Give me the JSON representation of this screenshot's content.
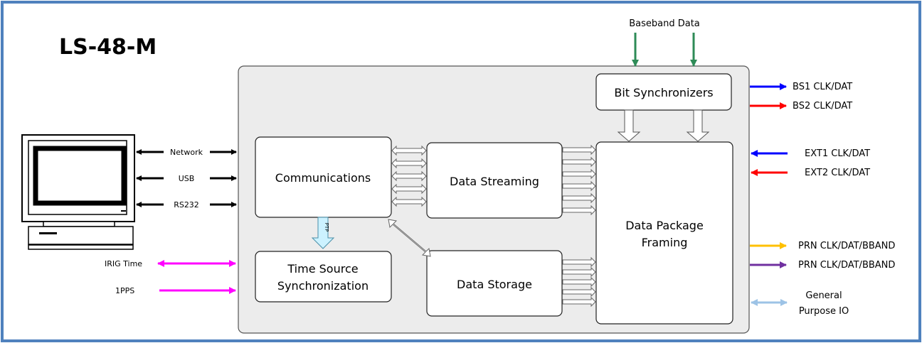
{
  "title": "LS-48-M",
  "blocks": {
    "bit_sync": "Bit Synchronizers",
    "communications": "Communications",
    "data_streaming": "Data Streaming",
    "time_source_line1": "Time Source",
    "time_source_line2": "Synchronization",
    "data_storage": "Data Storage",
    "framing_line1": "Data Package",
    "framing_line2": "Framing"
  },
  "ptp_label": "PTP",
  "left_io": {
    "network": "Network",
    "usb": "USB",
    "rs232": "RS232",
    "irig": "IRIG Time",
    "pps": "1PPS"
  },
  "top_input": "Baseband Data",
  "right_io": {
    "bs1": "BS1 CLK/DAT",
    "bs2": "BS2 CLK/DAT",
    "ext1": "EXT1 CLK/DAT",
    "ext2": "EXT2 CLK/DAT",
    "prn1": "PRN CLK/DAT/BBAND",
    "prn2": "PRN CLK/DAT/BBAND",
    "gpio_line1": "General",
    "gpio_line2": "Purpose IO"
  },
  "colors": {
    "frame": "#4f81bd",
    "chassis": "#ececec",
    "black": "#000000",
    "green": "#2e8b57",
    "blue": "#0000ff",
    "red": "#ff0000",
    "magenta": "#ff00ff",
    "orange": "#ffc000",
    "purple": "#7030a0",
    "lightblue": "#9dc3e6",
    "ptp_fill": "#ccf2ff"
  }
}
